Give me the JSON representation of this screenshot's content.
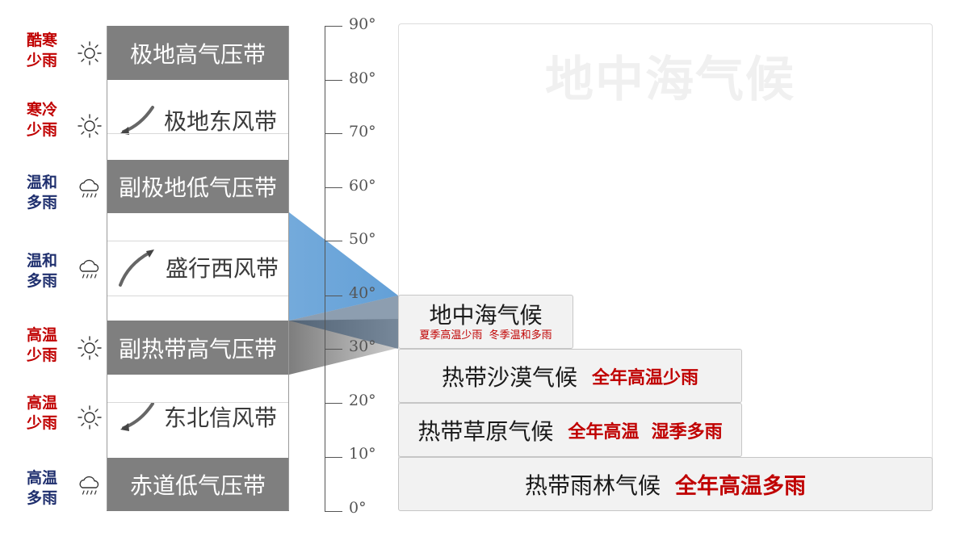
{
  "watermark": "地中海气候",
  "descriptors": [
    {
      "line1": "酷寒",
      "line2": "少雨",
      "color": "#c00000",
      "icon": "sun-icon"
    },
    {
      "line1": "寒冷",
      "line2": "少雨",
      "color": "#c00000",
      "icon": "sun-icon"
    },
    {
      "line1": "温和",
      "line2": "多雨",
      "color": "#1f2f6e",
      "icon": "rain-cloud-icon"
    },
    {
      "line1": "温和",
      "line2": "多雨",
      "color": "#1f2f6e",
      "icon": "rain-cloud-icon"
    },
    {
      "line1": "高温",
      "line2": "少雨",
      "color": "#c00000",
      "icon": "sun-icon"
    },
    {
      "line1": "高温",
      "line2": "少雨",
      "color": "#c00000",
      "icon": "sun-icon"
    },
    {
      "line1": "高温",
      "line2": "多雨",
      "color": "#1f2f6e",
      "icon": "rain-cloud-icon"
    }
  ],
  "belts": {
    "polar_high": "极地高气压带",
    "polar_easterlies": "极地东风带",
    "subpolar_low": "副极地低气压带",
    "westerlies": "盛行西风带",
    "subtropical_high": "副热带高气压带",
    "ne_trades": "东北信风带",
    "equatorial_low": "赤道低气压带"
  },
  "axis_ticks": [
    "90°",
    "80°",
    "70°",
    "60°",
    "50°",
    "40°",
    "30°",
    "20°",
    "10°",
    "0°"
  ],
  "climates": {
    "mediterranean": {
      "name": "地中海气候",
      "desc": "夏季高温少雨  冬季温和多雨"
    },
    "desert": {
      "name": "热带沙漠气候",
      "desc": "全年高温少雨"
    },
    "savanna": {
      "name": "热带草原气候",
      "desc": "全年高温  湿季多雨"
    },
    "rainforest": {
      "name": "热带雨林气候",
      "desc": "全年高温多雨"
    }
  },
  "colors": {
    "hot_dry": "#c00000",
    "wet": "#1f2f6e",
    "pressure_belt": "#7f7f7f",
    "westerly_wedge": "#5b9bd5",
    "subtropical_wedge": "#8c8c8c"
  }
}
